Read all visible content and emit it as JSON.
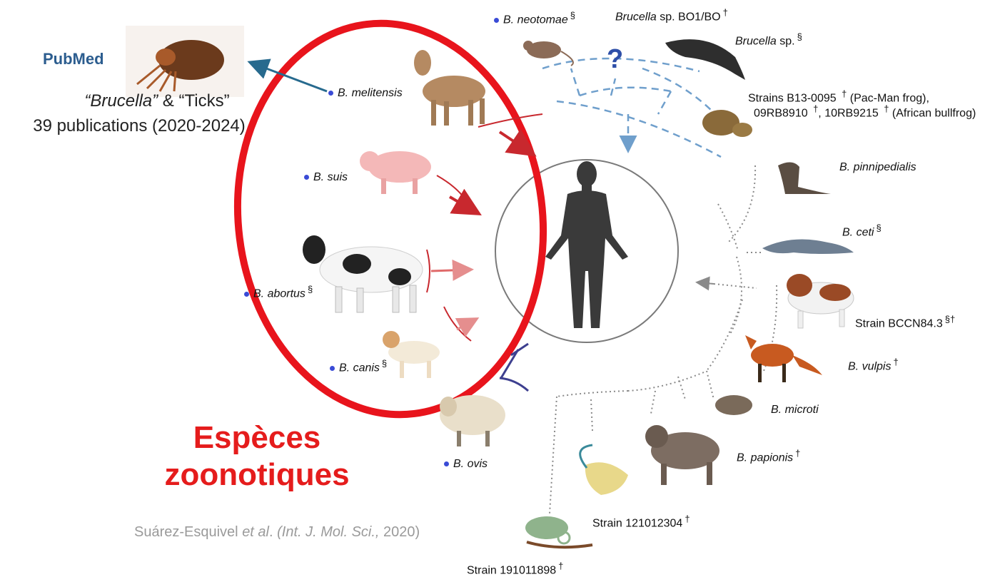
{
  "pubmed": {
    "logo_text": "PubMed",
    "query_term1": "“Brucella”",
    "query_join": " & ",
    "query_term2": "“Ticks”",
    "count_line": "39 publications (2020-2024)"
  },
  "title": {
    "line1": "Espèces",
    "line2": "zoonotiques"
  },
  "reference": {
    "author": "Suárez-Esquivel ",
    "etal": "et al",
    "dot": ". ",
    "journal": "(Int. J. Mol. Sci., ",
    "year": "2020)"
  },
  "species": {
    "melitensis": {
      "name": "B. melitensis",
      "mark": ""
    },
    "suis": {
      "name": "B. suis",
      "mark": ""
    },
    "abortus": {
      "name": "B. abortus",
      "mark": "§"
    },
    "canis": {
      "name": "B. canis",
      "mark": "§"
    },
    "ovis": {
      "name": "B. ovis",
      "mark": ""
    },
    "neotomae": {
      "name": "B. neotomae",
      "mark": "§"
    },
    "bo1": {
      "name_it": "Brucella",
      "name_rest": " sp. BO1/BO",
      "mark": "†"
    },
    "sp": {
      "name_it": "Brucella",
      "name_rest": " sp.",
      "mark": "§"
    },
    "frogs": {
      "line1_a": "Strains B13-0095 ",
      "line1_mark": "†",
      "line1_b": " (Pac-Man frog),",
      "line2_a": "09RB8910 ",
      "line2_mark1": "†",
      "line2_b": ", 10RB9215 ",
      "line2_mark2": "†",
      "line2_c": " (African bullfrog)"
    },
    "pinnipedialis": {
      "name": "B. pinnipedialis",
      "mark": ""
    },
    "ceti": {
      "name": "B. ceti",
      "mark": "§"
    },
    "bccn": {
      "name": "Strain BCCN84.3",
      "mark": "§†"
    },
    "vulpis": {
      "name": "B. vulpis",
      "mark": "†"
    },
    "microti": {
      "name": "B. microti",
      "mark": ""
    },
    "papionis": {
      "name": "B. papionis",
      "mark": "†"
    },
    "strain121": {
      "name": "Strain 121012304",
      "mark": "†"
    },
    "strain191": {
      "name": "Strain 191011898",
      "mark": "†"
    }
  },
  "question_mark": "?",
  "colors": {
    "highlight_ellipse": "#e8141c",
    "zoonotic_arrow": "#c8282e",
    "blocked_arrow": "#3d3f8f",
    "uncertain_arrow": "#6f9fcc",
    "dotted_tree": "#8a8a8a",
    "dot_bullet": "#3a4bd6",
    "pubmed_arrow": "#276a8e"
  },
  "icons": [
    "tick-image",
    "goat",
    "pig",
    "cow",
    "dog",
    "sheep",
    "wood-rat",
    "whale",
    "frog",
    "sea-lion",
    "dolphin",
    "saint-bernard",
    "fox",
    "vole",
    "baboon",
    "stingray",
    "chameleon",
    "human-silhouette"
  ]
}
